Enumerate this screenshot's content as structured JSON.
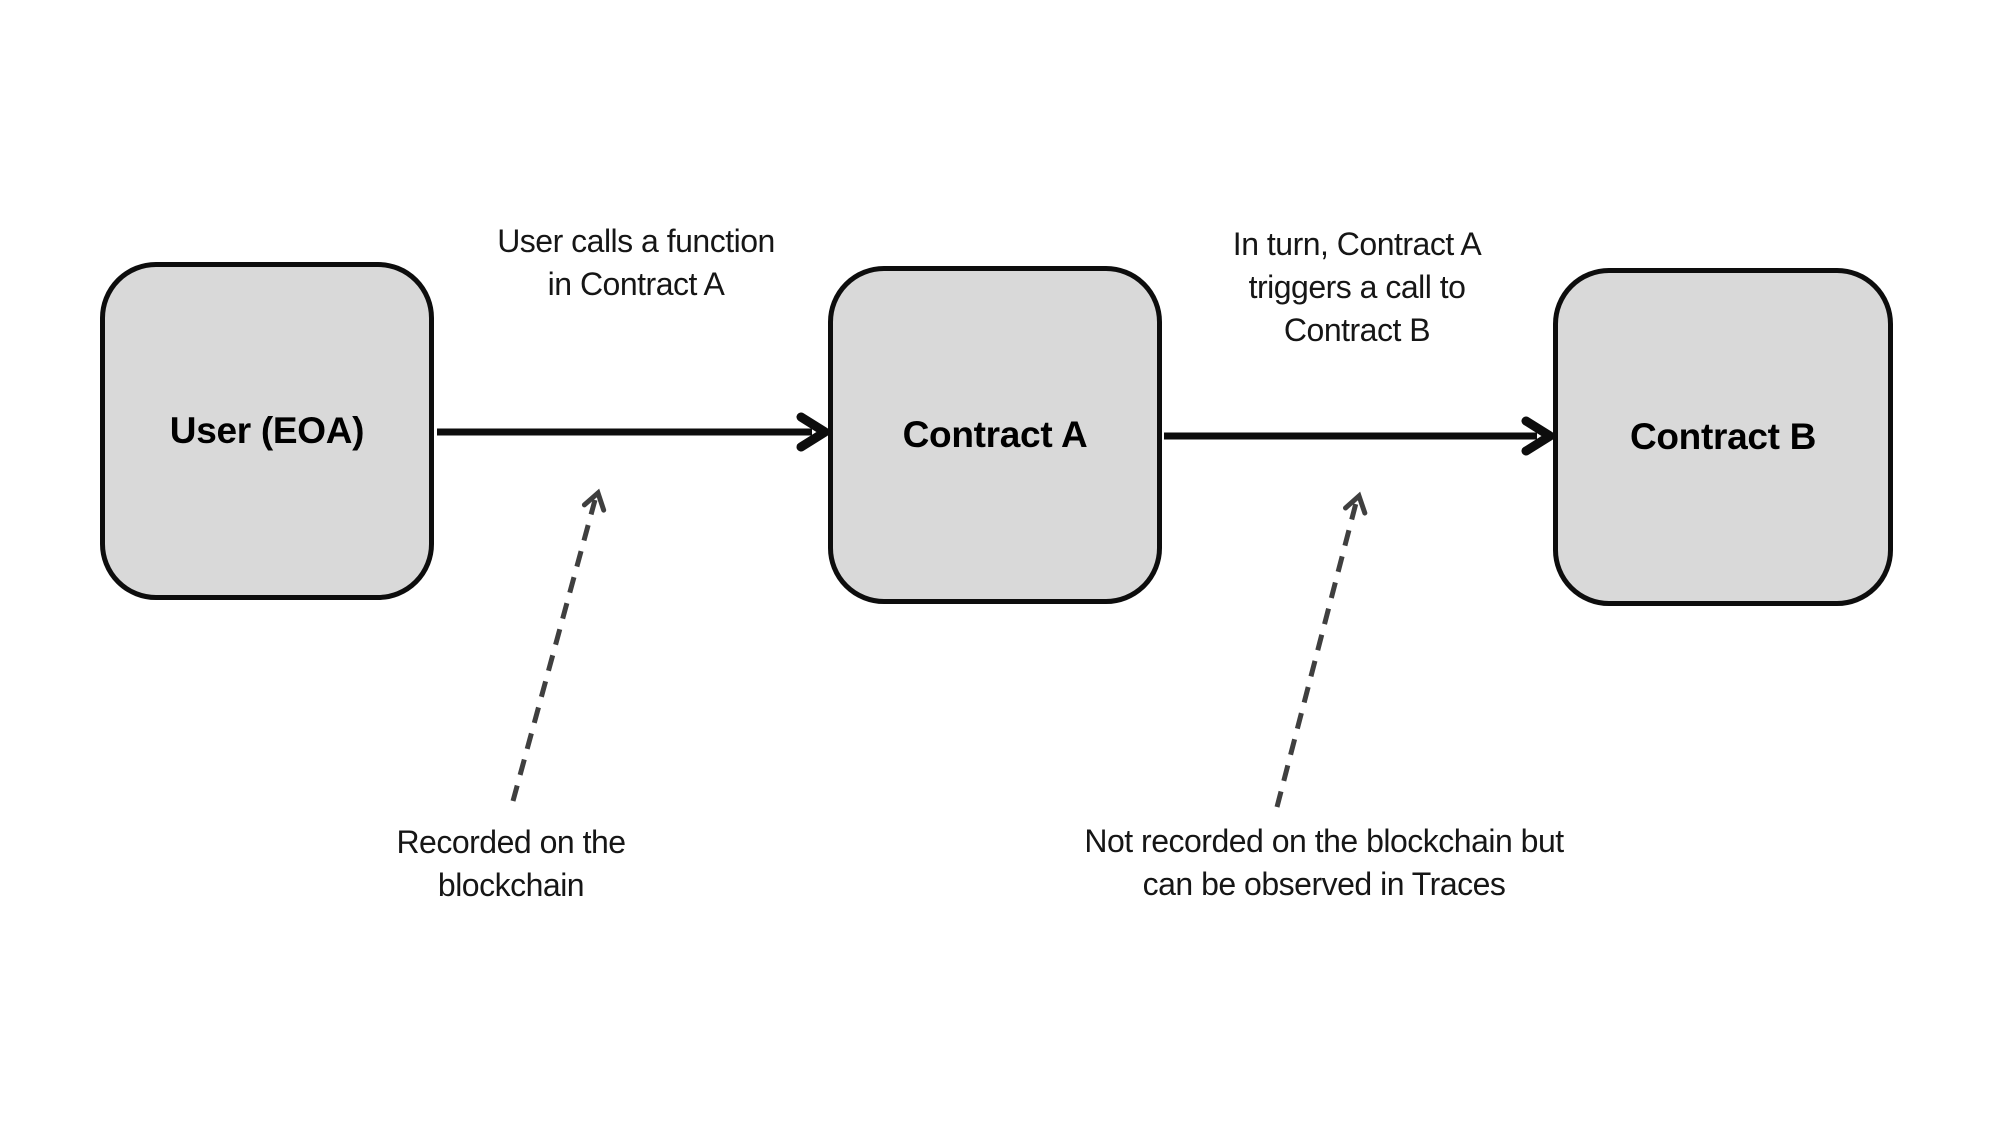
{
  "diagram": {
    "nodes": [
      {
        "id": "user-eoa",
        "label": "User (EOA)"
      },
      {
        "id": "contract-a",
        "label": "Contract A"
      },
      {
        "id": "contract-b",
        "label": "Contract B"
      }
    ],
    "edges": [
      {
        "from": "user-eoa",
        "to": "contract-a",
        "label": "User calls a function\nin Contract A"
      },
      {
        "from": "contract-a",
        "to": "contract-b",
        "label": "In turn, Contract A\ntriggers a call to\nContract B"
      }
    ],
    "annotations": [
      {
        "target": "edge-user-to-contract-a",
        "label": "Recorded on the\nblockchain"
      },
      {
        "target": "edge-contract-a-to-contract-b",
        "label": "Not recorded on the blockchain but\ncan be observed in Traces"
      }
    ],
    "colors": {
      "background": "#ffffff",
      "node_fill": "#d9d9d9",
      "node_border": "#0d0d0d",
      "solid_arrow": "#0d0d0d",
      "dashed_arrow": "#3f3f3f",
      "text": "#161616"
    }
  }
}
